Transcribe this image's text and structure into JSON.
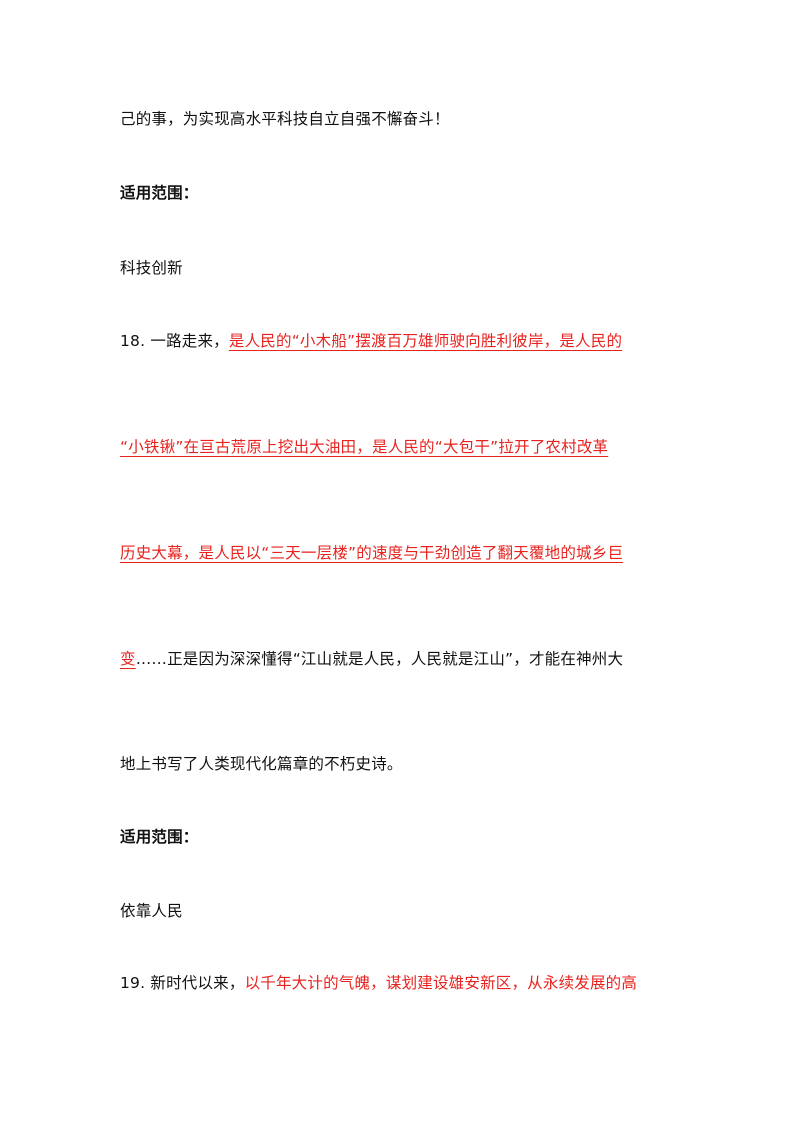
{
  "doc": {
    "p_intro_end": "己的事，为实现高水平科技自立自强不懈奋斗！",
    "scope_label_1": "适用范围：",
    "scope_value_1": "科技创新",
    "item18": {
      "line1_lead": "18. 一路走来，",
      "line1_red": "是人民的“小木船”摆渡百万雄师驶向胜利彼岸，是人民的",
      "line2_red": "“小铁锹”在亘古荒原上挖出大油田，是人民的“大包干”拉开了农村改革",
      "line3_red": "历史大幕，是人民以“三天一层楼”的速度与干劲创造了翻天覆地的城乡巨",
      "line4_red": "变",
      "line4_rest": "……正是因为深深懂得“江山就是人民，人民就是江山”，才能在神州大",
      "line5": "地上书写了人类现代化篇章的不朽史诗。"
    },
    "scope_label_2": "适用范围：",
    "scope_value_2": "依靠人民",
    "item19": {
      "line1_lead": "19. 新时代以来，",
      "line1_red": "以千年大计的气魄，谋划建设雄安新区，从永续发展的高"
    }
  }
}
